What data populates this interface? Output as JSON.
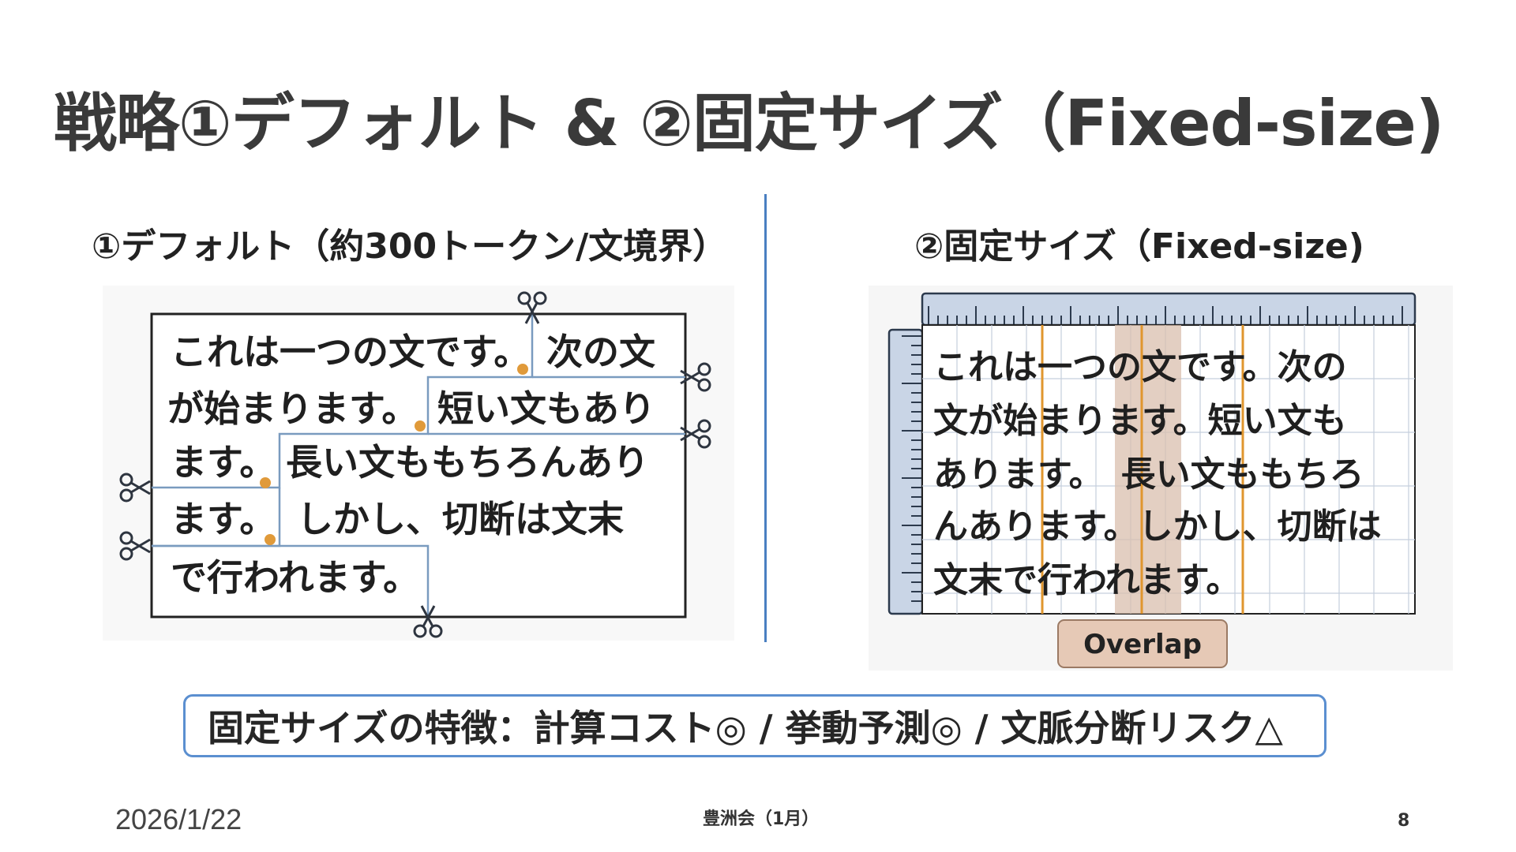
{
  "slide": {
    "title": "戦略①デフォルト & ②固定サイズ（Fixed-size)",
    "left_heading": "①デフォルト（約300トークン/文境界）",
    "right_heading": "②固定サイズ（Fixed-size)",
    "note": "固定サイズの特徴：計算コスト◎ / 挙動予測◎ / 文脈分断リスク△",
    "footer": {
      "date": "2026/1/22",
      "center": "豊洲会（1月）",
      "page": "8"
    }
  },
  "left_diagram": {
    "lines": [
      [
        "これは一つの文です。",
        "次の文"
      ],
      [
        "が始まります。",
        "短い文もあり"
      ],
      [
        "ます。",
        "長い文ももちろんあり"
      ],
      [
        "ます。",
        "しかし、切断は文末"
      ],
      [
        "で行われます。"
      ]
    ],
    "icons": [
      "scissors-icon"
    ],
    "colors": {
      "dot": "#e09a3a",
      "border": "#222222",
      "split": "#7a9bbf"
    }
  },
  "right_diagram": {
    "lines": [
      "これは一つの文です。次の",
      "文が始まります。短い文も",
      "あります。　長い文ももちろ",
      "んあります。しかし、切断は",
      "文末で行われます。"
    ],
    "overlap_label": "Overlap",
    "colors": {
      "ruler": "#b9c7dd",
      "cut": "#e0962e",
      "overlap": "#d9bfae"
    }
  }
}
